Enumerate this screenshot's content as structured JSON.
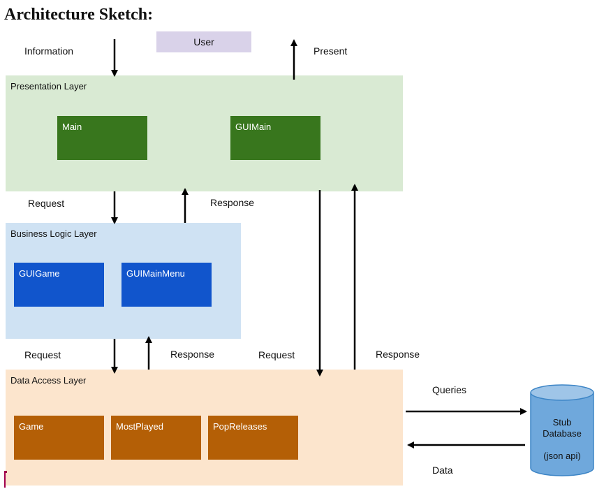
{
  "title": "Architecture Sketch:",
  "user": {
    "label": "User"
  },
  "flow_labels": {
    "information": "Information",
    "present": "Present",
    "request_1": "Request",
    "response_1": "Response",
    "request_2": "Request",
    "response_2": "Response",
    "request_3": "Request",
    "response_3": "Response",
    "queries": "Queries",
    "data": "Data"
  },
  "layers": {
    "presentation": {
      "title": "Presentation Layer",
      "color": "#d9ead3",
      "components": [
        "Main",
        "GUIMain"
      ],
      "component_color": "#38761d"
    },
    "business": {
      "title": "Business Logic Layer",
      "color": "#cfe2f3",
      "components": [
        "GUIGame",
        "GUIMainMenu"
      ],
      "component_color": "#1155cc"
    },
    "data_access": {
      "title": "Data Access Layer",
      "color": "#fce5cd",
      "components": [
        "Game",
        "MostPlayed",
        "PopReleases"
      ],
      "component_color": "#b45f06"
    }
  },
  "database": {
    "line1": "Stub",
    "line2": "Database",
    "line3": "(json api)",
    "color": "#6fa8dc"
  }
}
